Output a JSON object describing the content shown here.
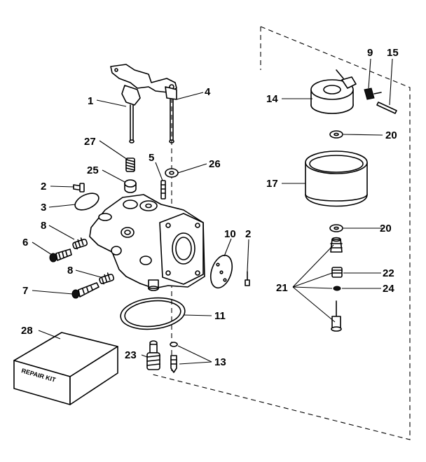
{
  "diagram": {
    "callouts": {
      "c1": "1",
      "c2a": "2",
      "c2b": "2",
      "c3": "3",
      "c4": "4",
      "c5": "5",
      "c6": "6",
      "c7": "7",
      "c8a": "8",
      "c8b": "8",
      "c9": "9",
      "c10": "10",
      "c11": "11",
      "c13": "13",
      "c14": "14",
      "c15": "15",
      "c17": "17",
      "c20a": "20",
      "c20b": "20",
      "c21": "21",
      "c22": "22",
      "c23": "23",
      "c24": "24",
      "c25": "25",
      "c26": "26",
      "c27": "27",
      "c28": "28"
    },
    "kit_label": "REPAIR KIT"
  }
}
